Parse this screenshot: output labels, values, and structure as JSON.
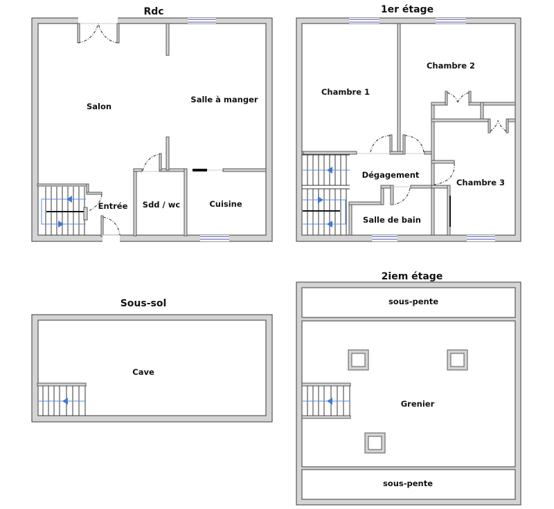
{
  "floors": {
    "rdc": {
      "title": "Rdc",
      "rooms": {
        "salon": "Salon",
        "salle_a_manger": "Salle à manger",
        "entree": "Entrée",
        "sdd_wc": "Sdd / wc",
        "cuisine": "Cuisine"
      }
    },
    "etage1": {
      "title": "1er étage",
      "rooms": {
        "chambre1": "Chambre 1",
        "chambre2": "Chambre 2",
        "chambre3": "Chambre 3",
        "degagement": "Dégagement",
        "salle_de_bain": "Salle de bain"
      }
    },
    "soussol": {
      "title": "Sous-sol",
      "rooms": {
        "cave": "Cave"
      }
    },
    "etage2": {
      "title": "2iem étage",
      "rooms": {
        "sous_pente_top": "sous-pente",
        "grenier": "Grenier",
        "sous_pente_bottom": "sous-pente"
      }
    }
  },
  "colors": {
    "wall": "#d4d4d4",
    "wall_outline": "#555555",
    "window": "#4a4aa8",
    "stair_arrow": "#3f78d8"
  }
}
